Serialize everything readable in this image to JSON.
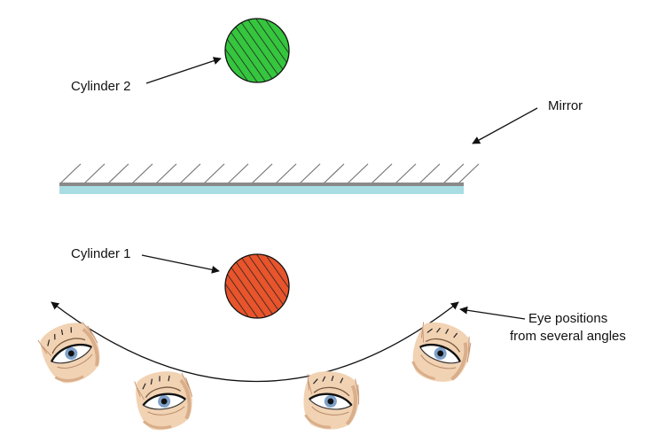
{
  "diagram": {
    "title": "Mirror reflection of two cylinders viewed from several eye positions",
    "labels": {
      "cylinder_1": "Cylinder 1",
      "cylinder_2": "Cylinder 2",
      "mirror": "Mirror",
      "eye_positions_line1": "Eye positions",
      "eye_positions_line2": "from several angles"
    },
    "colors": {
      "cylinder_1_fill": "#e8542b",
      "cylinder_2_fill": "#35c63e",
      "mirror_glass": "#a8dde3",
      "mirror_backing": "#8a8a8a",
      "hatch": "#222222",
      "arrow": "#111111",
      "skin": "#f1d2b3",
      "skin_shadow": "#d9ae8a",
      "iris": "#7ea0c8"
    },
    "eye_count": 4
  }
}
